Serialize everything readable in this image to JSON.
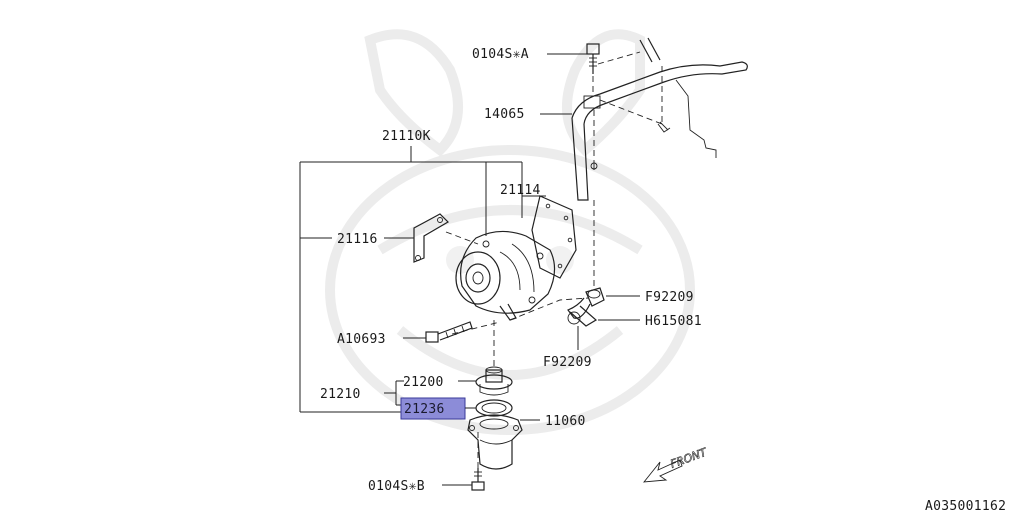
{
  "callouts": {
    "bolt_a": "0104S✳A",
    "pipe": "14065",
    "kit": "21110K",
    "gasket_pump": "21114",
    "bracket": "21116",
    "bolt_pump": "A10693",
    "group": "21210",
    "thermostat": "21200",
    "thermo_gasket": "21236",
    "thermo_case": "11060",
    "bolt_b": "0104S✳B",
    "clip_top": "F92209",
    "hose": "H615081",
    "clip_bottom": "F92209"
  },
  "highlight": {
    "part": "21236",
    "fill": "#8c8cd8",
    "stroke": "#3a3a9a"
  },
  "direction": "FRONT",
  "figure_id": "A035001162"
}
